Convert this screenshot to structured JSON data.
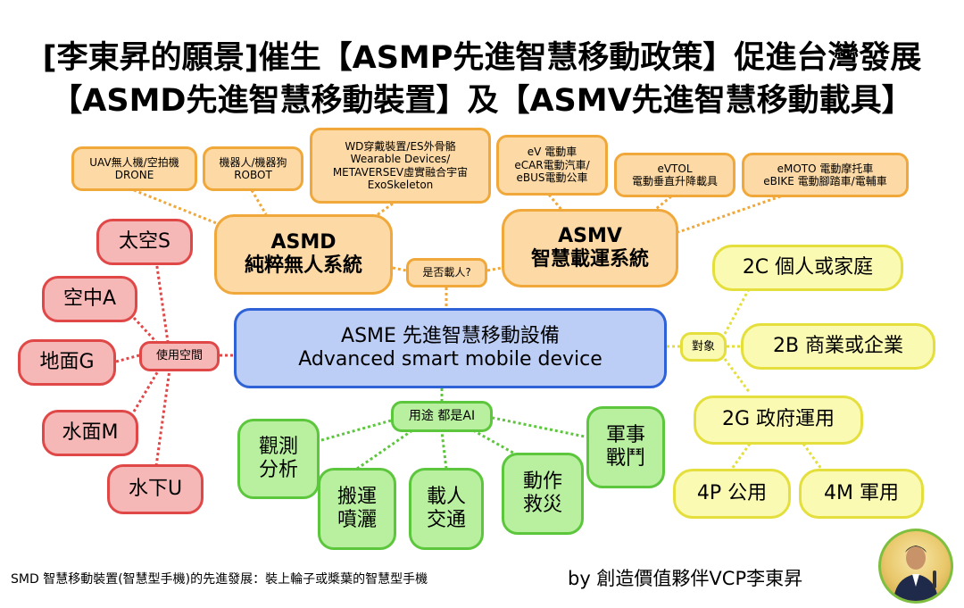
{
  "title": {
    "line1": "[李東昇的願景]催生【ASMP先進智慧移動政策】促進台灣發展",
    "line2": "【ASMD先進智慧移動裝置】及【ASMV先進智慧移動載具】"
  },
  "center": {
    "line1": "ASME 先進智慧移動設備",
    "line2": "Advanced smart mobile device"
  },
  "asmd": {
    "line1": "ASMD",
    "line2": "純粹無人系統"
  },
  "asmv": {
    "line1": "ASMV",
    "line2": "智慧載運系統"
  },
  "manned_question": "是否載人?",
  "asmd_items": [
    {
      "line1": "UAV無人機/空拍機",
      "line2": "DRONE"
    },
    {
      "line1": "機器人/機器狗",
      "line2": "ROBOT"
    },
    {
      "line1": "WD穿戴裝置/ES外骨骼",
      "line2": "Wearable Devices/",
      "line3": "METAVERSEV虛實融合宇宙",
      "line4": "ExoSkeleton"
    }
  ],
  "asmv_items": [
    {
      "line1": "eV 電動車",
      "line2": "eCAR電動汽車/",
      "line3": "eBUS電動公車"
    },
    {
      "line1": "eVTOL",
      "line2": "電動垂直升降載具"
    },
    {
      "line1": "eMOTO 電動摩托車",
      "line2": "eBIKE 電動腳踏車/電輔車"
    }
  ],
  "space_hub": "使用空間",
  "spaces": [
    "太空S",
    "空中A",
    "地面G",
    "水面M",
    "水下U"
  ],
  "target_hub": "對象",
  "targets": [
    "2C 個人或家庭",
    "2B 商業或企業",
    "2G 政府運用",
    "4P 公用",
    "4M 軍用"
  ],
  "usage_hub": "用途 都是AI",
  "usages": [
    {
      "line1": "觀測",
      "line2": "分析"
    },
    {
      "line1": "搬運",
      "line2": "噴灑"
    },
    {
      "line1": "載人",
      "line2": "交通"
    },
    {
      "line1": "動作",
      "line2": "救災"
    },
    {
      "line1": "軍事",
      "line2": "戰鬥"
    }
  ],
  "footer": {
    "note": "SMD 智慧移動裝置(智慧型手機)的先進發展：裝上輪子或槳葉的智慧型手機",
    "byline": "by 創造價值夥伴VCP李東昇"
  },
  "colors": {
    "orange": "#f0a83a",
    "red": "#e04848",
    "green": "#5cc63c",
    "yellow": "#e4df3d",
    "blue": "#2e62d6"
  }
}
